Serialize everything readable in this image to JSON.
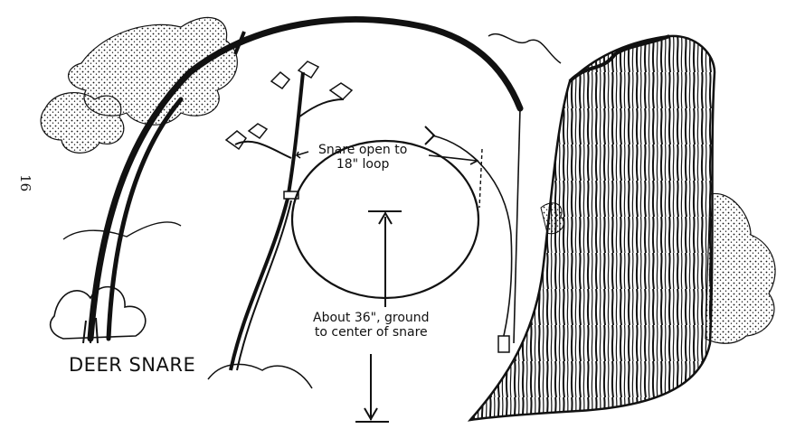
{
  "page_number": "16",
  "title": "DEER SNARE",
  "annotations": {
    "loop": {
      "line1": "Snare open to",
      "line2": "18\" loop"
    },
    "height": {
      "line1": "About 36\", ground",
      "line2": "to center of snare"
    }
  },
  "colors": {
    "ink": "#111111",
    "paper": "#ffffff"
  }
}
